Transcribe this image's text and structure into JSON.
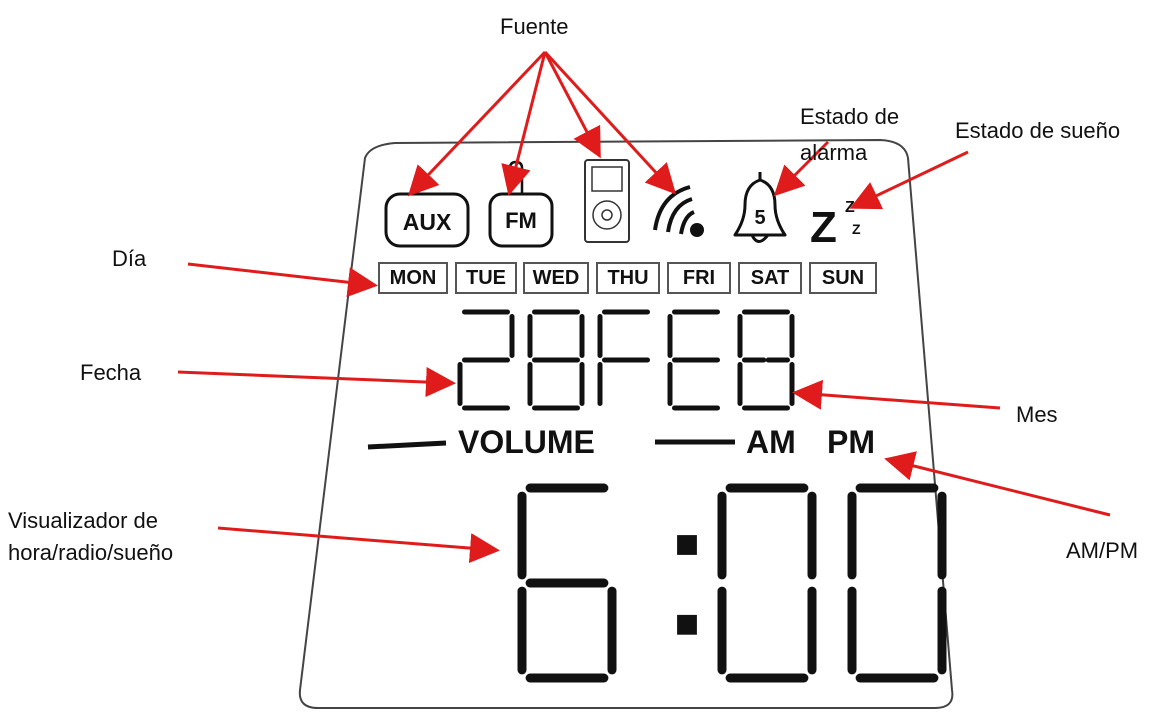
{
  "labels": {
    "fuente": "Fuente",
    "estado_alarma_line1": "Estado de",
    "estado_alarma_line2": "alarma",
    "estado_sueno": "Estado de sueño",
    "dia": "Día",
    "fecha": "Fecha",
    "mes": "Mes",
    "ampm": "AM/PM",
    "visualizador_line1": "Visualizador de",
    "visualizador_line2": "hora/radio/sueño"
  },
  "lcd": {
    "source_aux": "AUX",
    "source_fm": "FM",
    "alarm_number": "5",
    "sleep_z": "Z",
    "days": [
      "MON",
      "TUE",
      "WED",
      "THU",
      "FRI",
      "SAT",
      "SUN"
    ],
    "date": "28FEB",
    "volume_label": "VOLUME",
    "am_label": "AM",
    "pm_label": "PM",
    "time": "6:00"
  },
  "colors": {
    "arrow": "#e01b1b",
    "lcd_ink": "#111111",
    "screen_outline": "#444444"
  }
}
